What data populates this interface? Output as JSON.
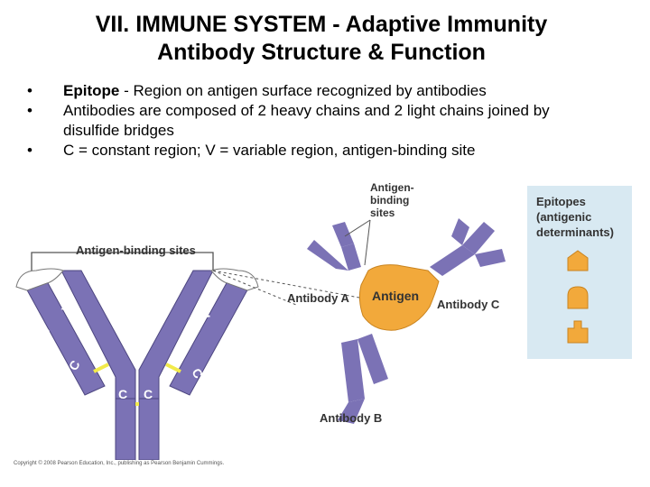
{
  "slide": {
    "title_line1": "VII.  IMMUNE SYSTEM - Adaptive Immunity",
    "title_line2": "Antibody Structure & Function",
    "bullets": [
      {
        "term": "Epitope",
        "text": " - Region on antigen surface recognized by antibodies"
      },
      {
        "term": "",
        "text": "Antibodies are composed of 2 heavy chains and 2 light chains joined by disulfide bridges"
      },
      {
        "term": "",
        "text": "C = constant region; V = variable region, antigen-binding site"
      }
    ],
    "bullet_char": "•"
  },
  "diagram": {
    "left_label": "Antigen-binding sites",
    "chain_labels": {
      "v": "V",
      "c": "C"
    },
    "binding_sites_label_1": "Antigen-",
    "binding_sites_label_2": "binding",
    "binding_sites_label_3": "sites",
    "antigen_label": "Antigen",
    "antibody_a": "Antibody A",
    "antibody_b": "Antibody B",
    "antibody_c": "Antibody C",
    "epitopes_label_1": "Epitopes",
    "epitopes_label_2": "(antigenic",
    "epitopes_label_3": "determinants)"
  },
  "colors": {
    "heavy_chain": "#7b72b5",
    "light_chain": "#5d5599",
    "antigen": "#f2a93b",
    "disulfide": "#f2ea4a",
    "epitope_panel": "#d8e9f2"
  },
  "copyright": "Copyright © 2008 Pearson Education, Inc., publishing as Pearson Benjamin Cummings."
}
